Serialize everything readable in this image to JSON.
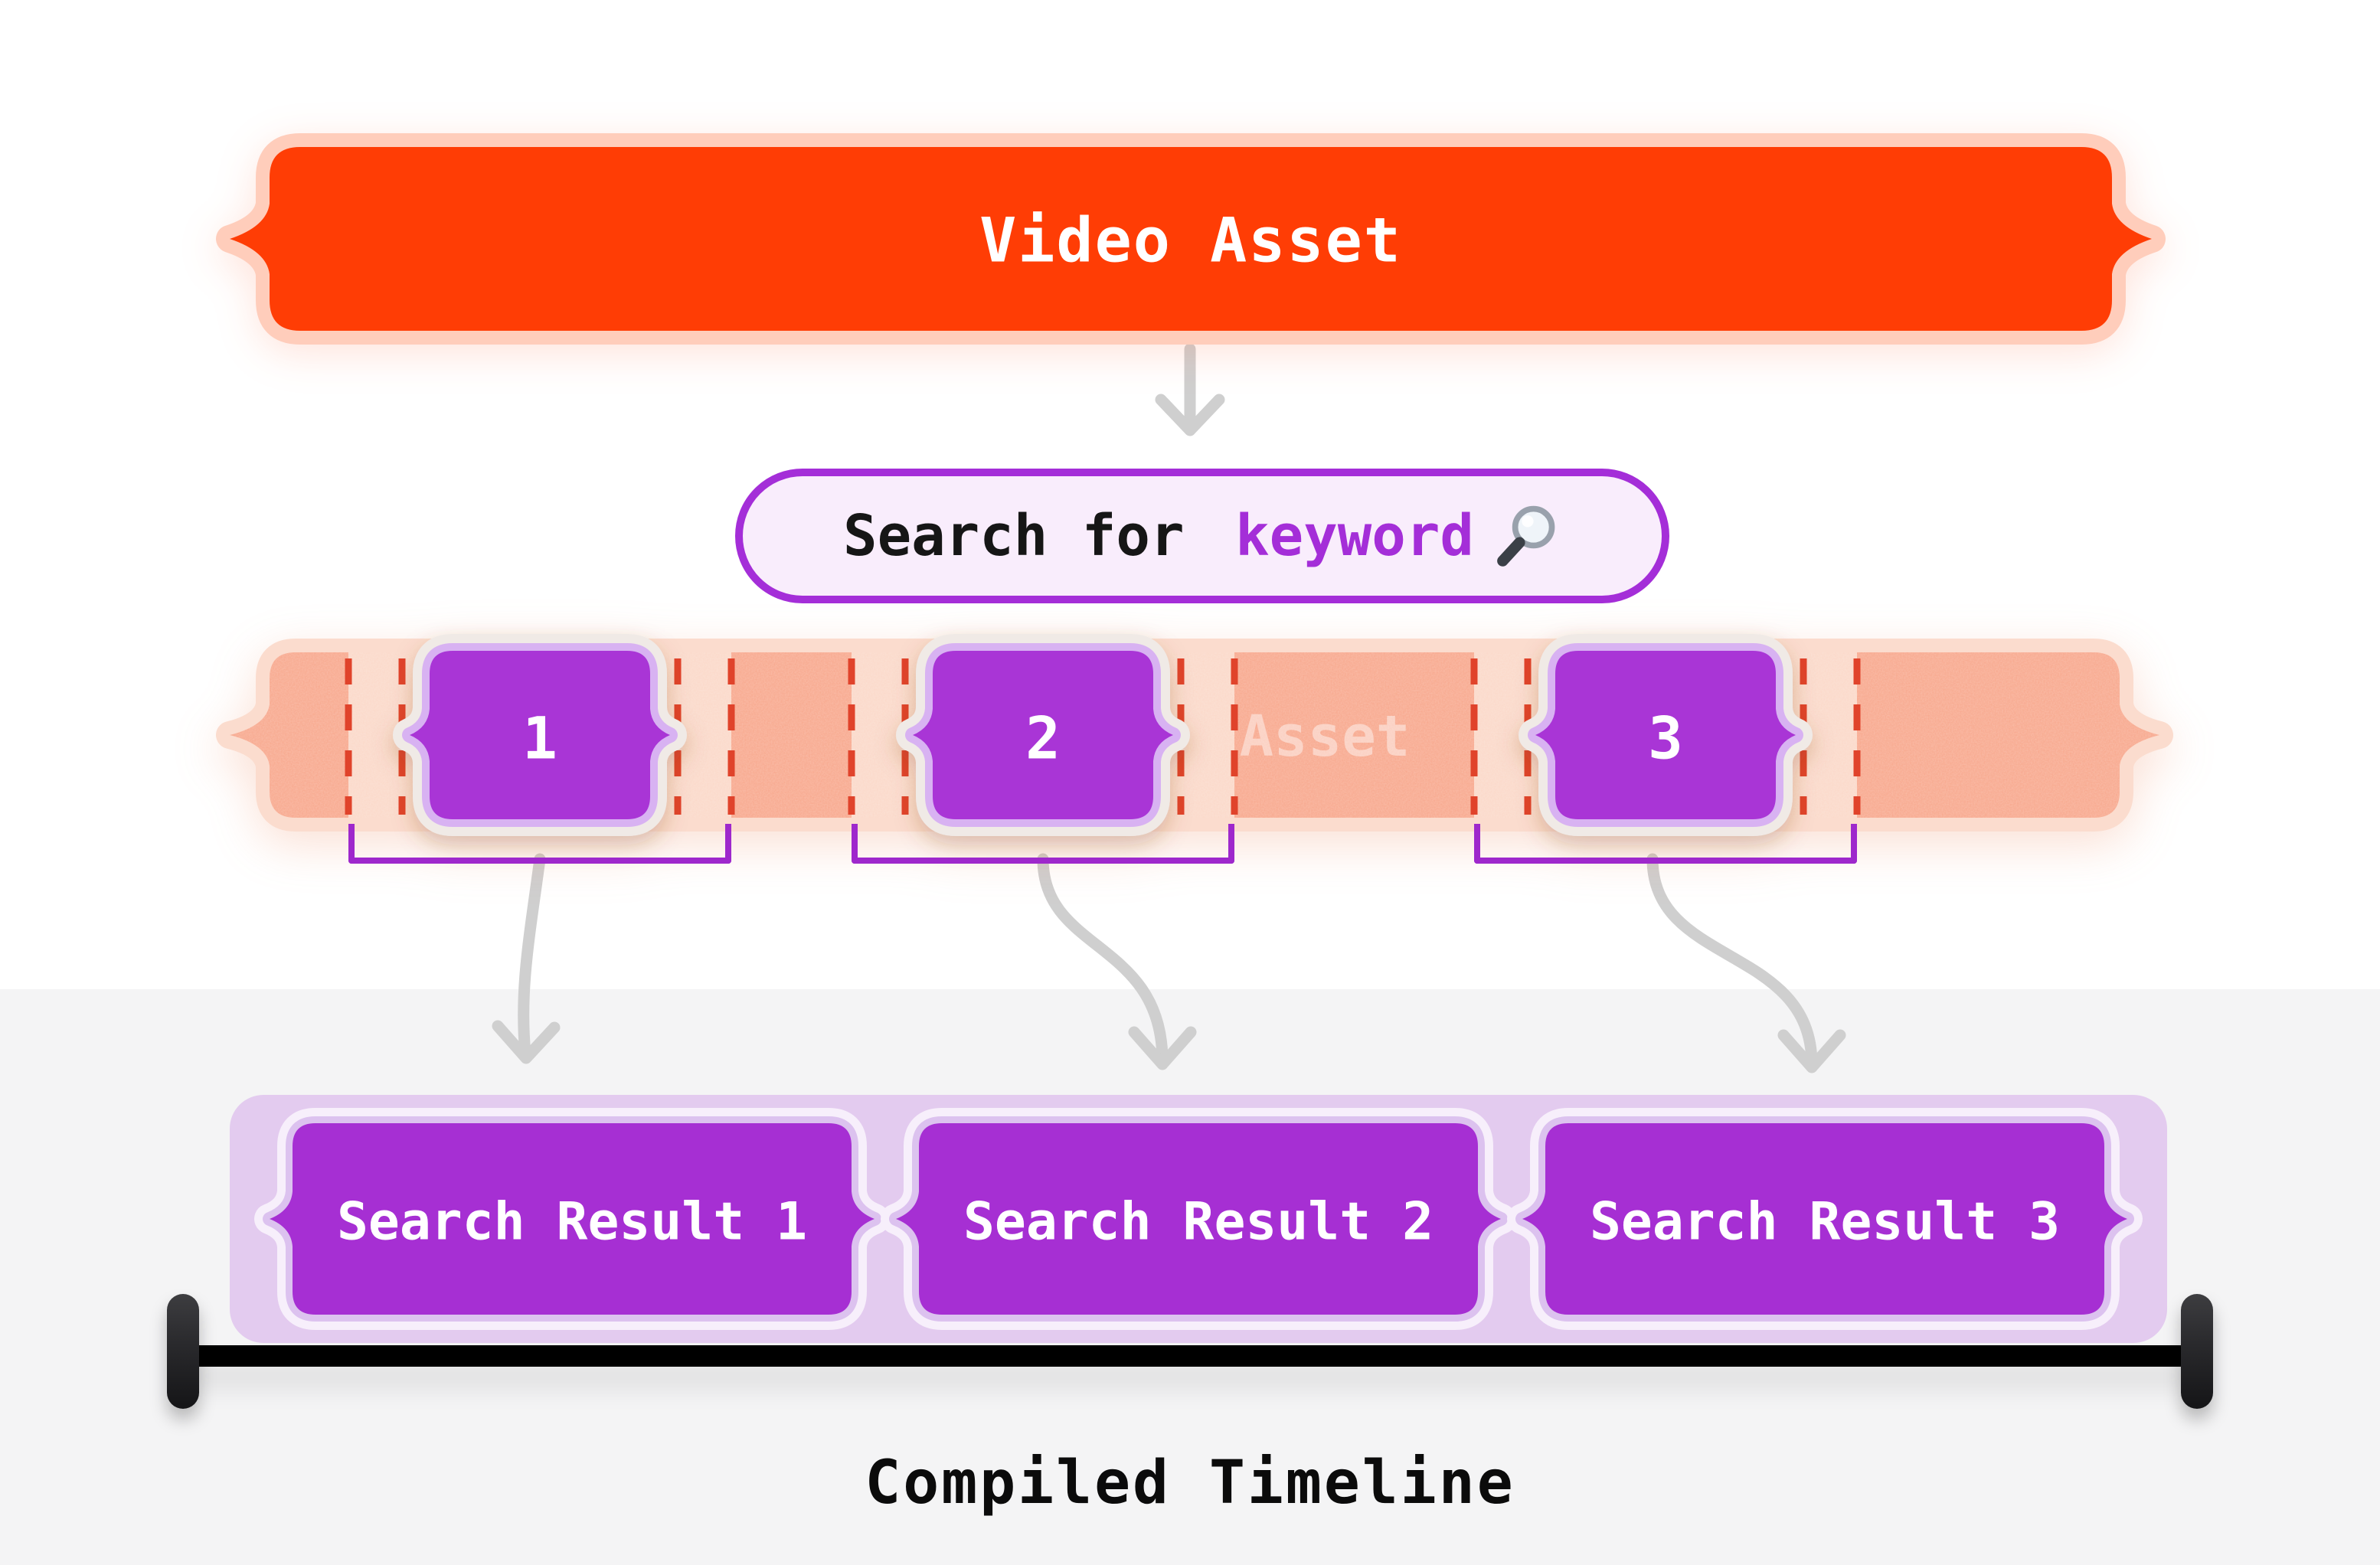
{
  "banner": {
    "label": "Video Asset"
  },
  "search_pill": {
    "prefix": "Search for ",
    "keyword": "keyword",
    "icon": "magnifying-glass"
  },
  "strip": {
    "watermark": "Asset",
    "segments": [
      {
        "label": "1"
      },
      {
        "label": "2"
      },
      {
        "label": "3"
      }
    ]
  },
  "results": {
    "items": [
      {
        "label": "Search Result 1"
      },
      {
        "label": "Search Result 2"
      },
      {
        "label": "Search Result 3"
      }
    ]
  },
  "timeline_label": "Compiled Timeline",
  "colors": {
    "banner_fill": "#FF3D05",
    "banner_halo": "#FFCDBB",
    "strip_fill": "#F8A78C",
    "strip_halo": "#FBDCCE",
    "strip_band": "#FBD8C8",
    "cut_dash": "#E0432B",
    "segment_fill": "#A935D6",
    "segment_border": "#D8B2F2",
    "segment_rim": "#F0EAE6",
    "bracket": "#9E28CC",
    "pill_border": "#A42ED8",
    "pill_fill": "#F9EDFC",
    "results_bg": "#E3CBEF",
    "result_fill": "#A62FD3",
    "result_border": "#DCC2EF",
    "result_rim": "#F7EFFB",
    "timeline_bar": "#000000",
    "arrow": "#CFCFCF",
    "bg_top": "#FFFFFF",
    "bg_bottom": "#F4F4F5"
  }
}
